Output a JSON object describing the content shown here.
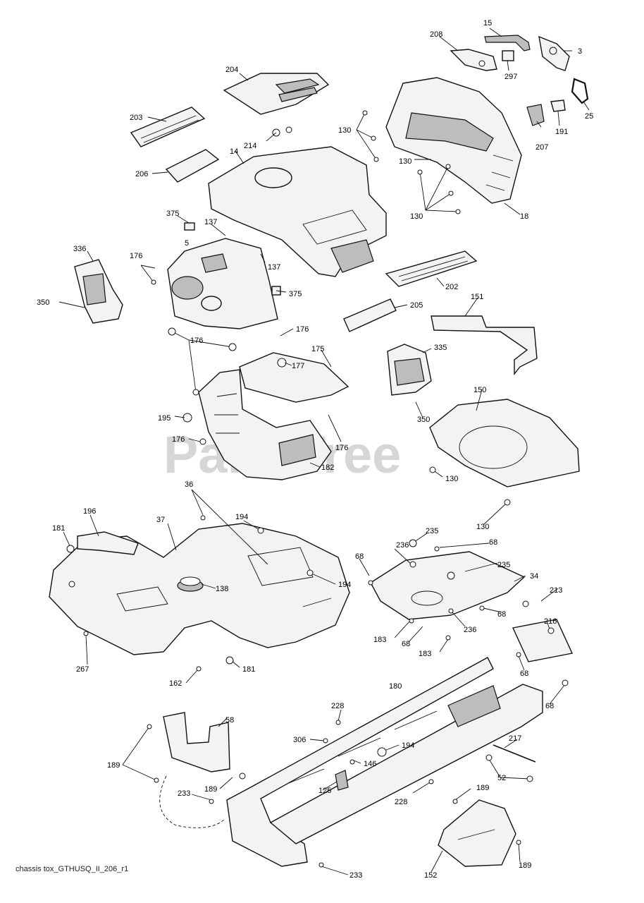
{
  "watermark": "PartsTree",
  "footer_code": "chassis tox_GTHUSQ_II_206_r1",
  "callouts": {
    "c15": "15",
    "c208": "208",
    "c3": "3",
    "c297": "297",
    "c25": "25",
    "c191": "191",
    "c207": "207",
    "c204": "204",
    "c203": "203",
    "c214": "214",
    "c14": "14",
    "c206": "206",
    "c130a": "130",
    "c130b": "130",
    "c130c": "130",
    "c18": "18",
    "c375a": "375",
    "c137a": "137",
    "c137b": "137",
    "c336": "336",
    "c176a": "176",
    "c5": "5",
    "c375b": "375",
    "c350a": "350",
    "c202": "202",
    "c205": "205",
    "c151": "151",
    "c176b": "176",
    "c176c": "176",
    "c175": "175",
    "c177": "177",
    "c335": "335",
    "c350b": "350",
    "c150": "150",
    "c195": "195",
    "c176d": "176",
    "c176e": "176",
    "c182": "182",
    "c130d": "130",
    "c130e": "130",
    "c36": "36",
    "c196": "196",
    "c37": "37",
    "c194a": "194",
    "c181a": "181",
    "c194b": "194",
    "c138": "138",
    "c267": "267",
    "c162": "162",
    "c181b": "181",
    "c235a": "235",
    "c236a": "236",
    "c68a": "68",
    "c68b": "68",
    "c235b": "235",
    "c34": "34",
    "c213": "213",
    "c68c": "68",
    "c236b": "236",
    "c183a": "183",
    "c68d": "68",
    "c183b": "183",
    "c216": "216",
    "c68e": "68",
    "c68f": "68",
    "c180": "180",
    "c228a": "228",
    "c58": "58",
    "c306": "306",
    "c194c": "194",
    "c146": "146",
    "c217": "217",
    "c189a": "189",
    "c189b": "189",
    "c52": "52",
    "c125": "125",
    "c228b": "228",
    "c233a": "233",
    "c189c": "189",
    "c189d": "189",
    "c152": "152",
    "c233b": "233"
  }
}
